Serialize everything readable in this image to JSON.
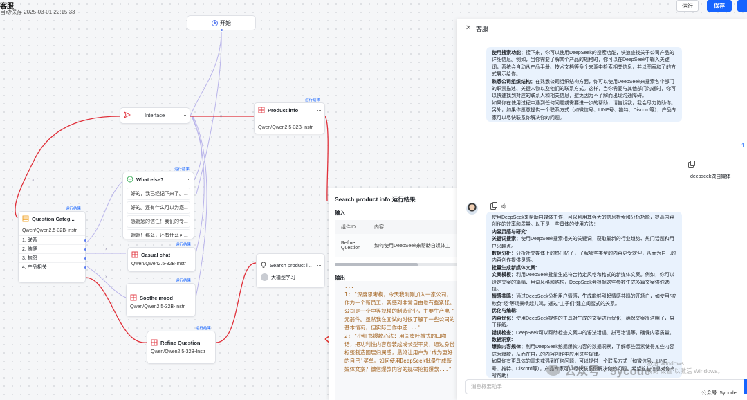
{
  "app": {
    "title": "客服",
    "autosave": "自动保存 2025-03-01 22:15:33",
    "run_label": "运行",
    "save_label": "保存"
  },
  "colors": {
    "accent": "#1664ff",
    "edge_active": "#e0303a",
    "edge_idle": "#b9b4ea",
    "handle": "#5b7cf0"
  },
  "nodes": {
    "start": {
      "label": "开始",
      "icon": "play-circle-icon"
    },
    "interface": {
      "title": "Interface",
      "icon": "send-icon"
    },
    "product_info": {
      "title": "Product info",
      "model": "Qwen/Qwen2.5-32B-Instr",
      "run_tag": "运行结果",
      "icon": "grid-icon"
    },
    "question_category": {
      "title": "Question Categ...",
      "model": "Qwen/Qwen2.5-32B-Instr",
      "run_tag": "运行结果",
      "icon": "list-icon",
      "categories": [
        "1. 联系",
        "2. 随便",
        "3. 抱怨",
        "4. 产品相关"
      ]
    },
    "what_else": {
      "title": "What else?",
      "run_tag": "运行结果",
      "icon": "chat-icon",
      "lines": [
        "好的，我已经记下来了。...",
        "好的。还有什么可以为您...",
        "感谢您的信任！我们的专...",
        "谢谢！那么，还有什么可..."
      ]
    },
    "casual_chat": {
      "title": "Casual chat",
      "model": "Qwen/Qwen2.5-32B-Instr",
      "run_tag": "运行结果",
      "icon": "grid-icon"
    },
    "soothe_mood": {
      "title": "Soothe mood",
      "model": "Qwen/Qwen2.5-32B-Instr",
      "run_tag": "运行结果",
      "icon": "grid-icon"
    },
    "refine_question": {
      "title": "Refine Question",
      "model": "Qwen/Qwen2.5-32B-Instr",
      "run_tag": "运行结果",
      "icon": "grid-icon"
    },
    "search_product": {
      "title": "Search product i...",
      "kb": "大模型学习",
      "icon": "bulb-icon"
    }
  },
  "results": {
    "title": "Search product info 运行结果",
    "input_label": "输入",
    "col_id": "组件ID",
    "col_content": "内容",
    "row_id": "Refine Question",
    "row_content": "如何使用DeepSeek来帮助自媒体工",
    "output_label": "输出",
    "output_text": "...\n1: \"深度思考模，今天我刚刚加入一家公司，作为一个新员工，我感到非常自由也有些紧张。公司是一个中等规模的制造企业，主要生产电子元器件。虽然我在面试的时候了解了一些公司的基本情况，但实际工作中还...\"\n2: \"小红书爆款心法：用闺蜜吐槽式的口吻话，把功利性内容包装成成长型干货，通过身份标签制造圈层归属感，最终让用户为'成为更好的自己'买单。如何使用DeepSeek批量生成新媒体文案？微信爆款内容的规律挖掘爆款...\""
  },
  "chat": {
    "title": "客服",
    "bubble1": [
      {
        "b": "使用搜索功能：",
        "t": "接下来，你可以使用DeepSeek的搜索功能，快速查找关于公司产品的详细信息。例如，当你需要了解某个产品的规格时，你可以在DeepSeek中输入关键词，系统会自动从产品手册、技术文档等多个来源中检索相关信息，并以图表和了的方式展示给你。"
      },
      {
        "b": "熟悉公司组织结构：",
        "t": "在熟悉公司组织结构方面，你可以使用DeepSeek来搜索各个部门的职责描述、关键人物以及他们的联系方式。这样，当你需要与其他部门沟通时，你可以快速找到对应的联系人和相关信息，避免因为不了解而出现沟通障碍。"
      },
      {
        "b": "",
        "t": "如果你在使用过程中遇到任何问题或需要进一步的帮助，请告诉我，我会尽力协助你。另外，如果你愿意提供一个联系方式（如微信号、LINE号、推特、Discord等），产品专家可以尽快联系你解决你的问题。"
      }
    ],
    "user_message": "deepseek做自媒体",
    "bubble2": [
      {
        "b": "",
        "t": "使用DeepSeek来帮助自媒体工作，可以利用其强大的信息检索和分析功能，提高内容创作的效率和质量。以下是一些具体的使用方法："
      },
      {
        "b": "内容灵感与研究:",
        "t": ""
      },
      {
        "b": "关键词搜索：",
        "t": "使用DeepSeek搜索相关的关键词，获取最新的行业趋势、热门话题和用户兴趣点。"
      },
      {
        "b": "数据分析：",
        "t": "分析社交媒体上的热门帖子，了解哪些类型的内容更受欢迎，从而为自己的内容创作提供灵感。"
      },
      {
        "b": "批量生成新媒体文案:",
        "t": ""
      },
      {
        "b": "文案模板：",
        "t": "利用DeepSeek批量生成符合特定风格和格式的新媒体文案。例如，你可以设定文案的篇幅、用词风格和结构，DeepSeek会根据这些参数生成多篇文案供你选择。"
      },
      {
        "b": "情感共鸣：",
        "t": "通过DeepSeek分析用户情感，生成能够引起情感共鸣的开场白，如使用\"被欺负\"经\"等场景唤起共鸣，通过\"主子们\"建立闺蜜式的关系。"
      },
      {
        "b": "优化与编辑:",
        "t": ""
      },
      {
        "b": "内容优化：",
        "t": "使用DeepSeek提供的工具对生成的文案进行优化，确保文案简洁明了，易于理解。"
      },
      {
        "b": "错误检查：",
        "t": "DeepSeek可以帮助检查文案中的语法错误、拼写错误等，确保内容质量。"
      },
      {
        "b": "数据洞察:",
        "t": ""
      },
      {
        "b": "爆款内容规律：",
        "t": "利用DeepSeek挖掘爆款内容的数据洞察，了解哪些因素使得某些内容成为爆款，从而在自己的内容创作中应用这些规律。"
      },
      {
        "b": "",
        "t": "如果你有更具体的需求或遇到任何问题，可以提供一个联系方式（如微信号、LINE号、推特、Discord等），产品专家可以尽快联系你解决你的问题。希望这些信息对你有所帮助！"
      }
    ],
    "input_placeholder": "消息概要助手...",
    "edge_tag": "1"
  },
  "overlay": {
    "watermark": "公众号 · 5ycode",
    "activate_line1": "激活 Windows",
    "activate_line2": "转到\"设置\"以激活 Windows。",
    "credit": "公众号: 5ycode"
  }
}
